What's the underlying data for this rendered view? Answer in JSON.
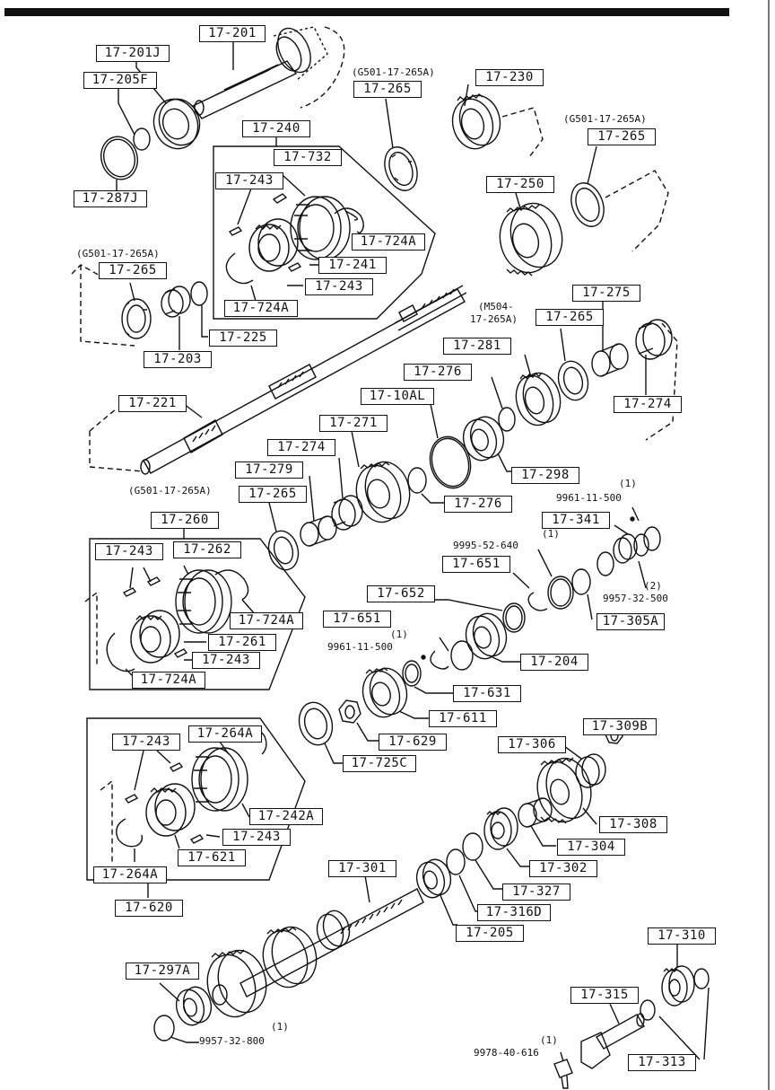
{
  "parts": {
    "p_201": "17-201",
    "p_201J": "17-201J",
    "p_205F": "17-205F",
    "p_287J": "17-287J",
    "p_240": "17-240",
    "p_732": "17-732",
    "p_243a": "17-243",
    "p_724Aa": "17-724A",
    "p_241": "17-241",
    "p_243b": "17-243",
    "p_724Ab": "17-724A",
    "p_265a": "17-265",
    "p_230": "17-230",
    "p_265b": "17-265",
    "p_250": "17-250",
    "p_265c": "17-265",
    "p_225": "17-225",
    "p_203": "17-203",
    "p_275": "17-275",
    "p_265d": "17-265",
    "p_281": "17-281",
    "p_276a": "17-276",
    "p_274a": "17-274",
    "p_10AL": "17-10AL",
    "p_221": "17-221",
    "p_298": "17-298",
    "p_271": "17-271",
    "p_274b": "17-274",
    "p_279": "17-279",
    "p_276b": "17-276",
    "p_265e": "17-265",
    "p_341": "17-341",
    "p_260": "17-260",
    "p_243c": "17-243",
    "p_262": "17-262",
    "p_651a": "17-651",
    "p_724Ac": "17-724A",
    "p_652": "17-652",
    "p_305A": "17-305A",
    "p_261": "17-261",
    "p_651b": "17-651",
    "p_243d": "17-243",
    "p_724Ad": "17-724A",
    "p_204": "17-204",
    "p_631": "17-631",
    "p_611": "17-611",
    "p_629": "17-629",
    "p_309B": "17-309B",
    "p_725C": "17-725C",
    "p_243e": "17-243",
    "p_264Aa": "17-264A",
    "p_306": "17-306",
    "p_242A": "17-242A",
    "p_243f": "17-243",
    "p_308": "17-308",
    "p_621": "17-621",
    "p_304": "17-304",
    "p_264Ab": "17-264A",
    "p_302": "17-302",
    "p_301": "17-301",
    "p_620": "17-620",
    "p_327": "17-327",
    "p_316D": "17-316D",
    "p_205": "17-205",
    "p_310": "17-310",
    "p_297A": "17-297A",
    "p_315": "17-315",
    "p_313": "17-313"
  },
  "notes": {
    "n1": "(G501-17-265A)",
    "n2": "(G501-17-265A)",
    "n3": "(G501-17-265A)",
    "n4a": "(M504-",
    "n4b": "17-265A)",
    "n5": "(G501-17-265A)",
    "q1": "(1)",
    "bolt1": "9961-11-500",
    "q2": "(1)",
    "bolt2": "9995-52-640",
    "q3": "(2)",
    "bolt3": "9957-32-500",
    "q4": "(1)",
    "bolt4": "9961-11-500",
    "q5": "(1)",
    "bolt5": "9957-32-800",
    "q6": "(1)",
    "bolt6": "9978-40-616"
  },
  "colors": {
    "ink": "#111111",
    "paper": "#ffffff"
  }
}
